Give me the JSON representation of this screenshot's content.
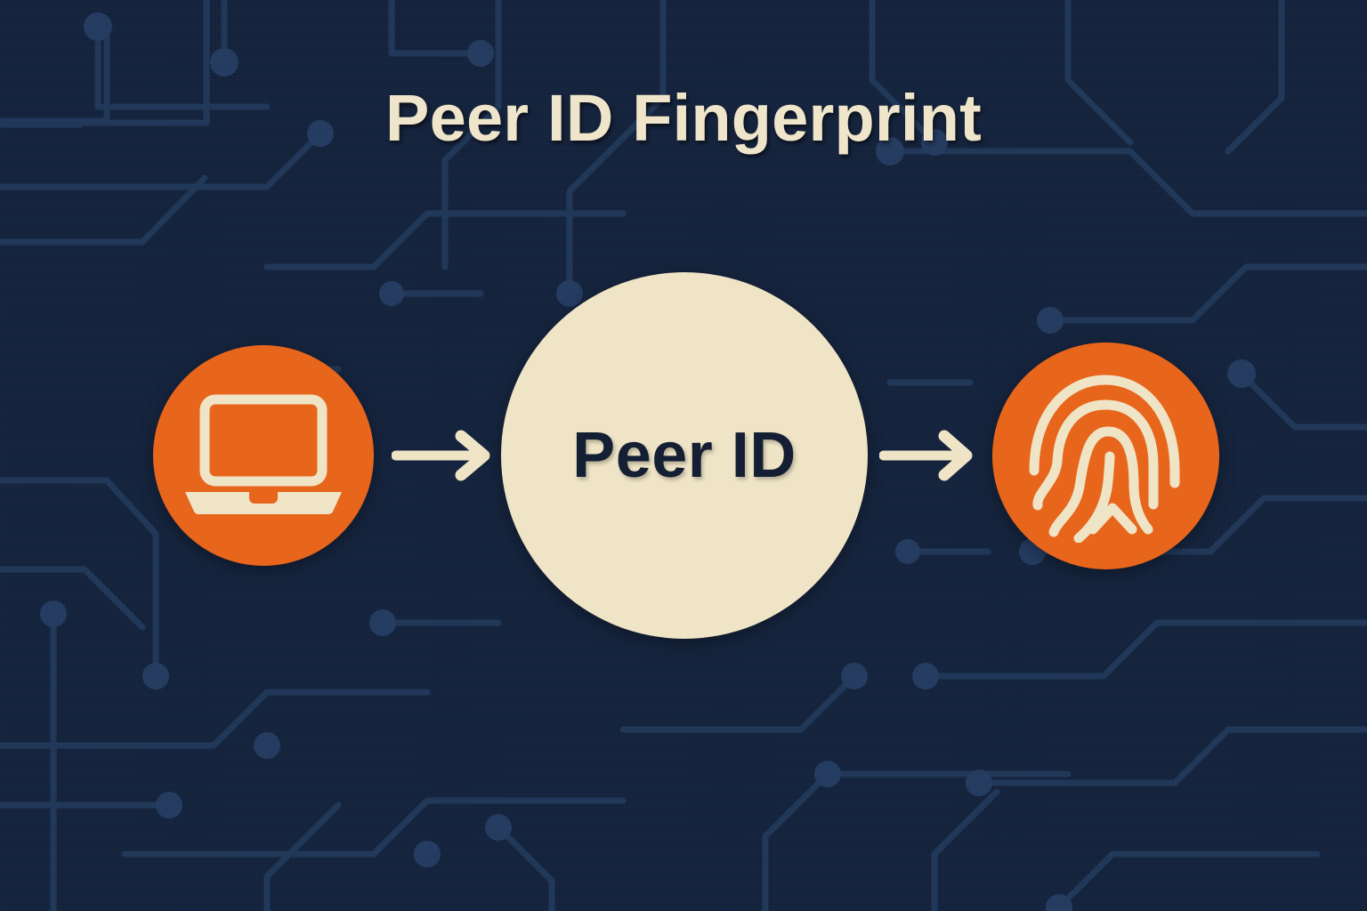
{
  "page": {
    "title": "Peer ID Fingerprint",
    "background_color": "#11203a",
    "trace_color": "#1d3456",
    "accent_color": "#E8651C",
    "cream_color": "#EFE4C6",
    "ink_color": "#141F33"
  },
  "header": {
    "title": "Peer ID Fingerprint"
  },
  "diagram": {
    "type": "flow",
    "nodes": [
      {
        "id": "device",
        "icon": "laptop-icon",
        "label": "",
        "shape": "circle",
        "fill": "#E8651C",
        "icon_color": "#EFE4C6"
      },
      {
        "id": "peerid",
        "icon": "",
        "label": "Peer ID",
        "shape": "circle",
        "fill": "#EFE4C6",
        "icon_color": "#141F33"
      },
      {
        "id": "fingerprint",
        "icon": "fingerprint-icon",
        "label": "",
        "shape": "circle",
        "fill": "#E8651C",
        "icon_color": "#EFE4C6"
      }
    ],
    "connectors": [
      {
        "id": "arrow-1",
        "from": "device",
        "to": "peerid",
        "style": "arrow-right",
        "color": "#EFE4C6"
      },
      {
        "id": "arrow-2",
        "from": "peerid",
        "to": "fingerprint",
        "style": "arrow-right",
        "color": "#EFE4C6"
      }
    ]
  }
}
